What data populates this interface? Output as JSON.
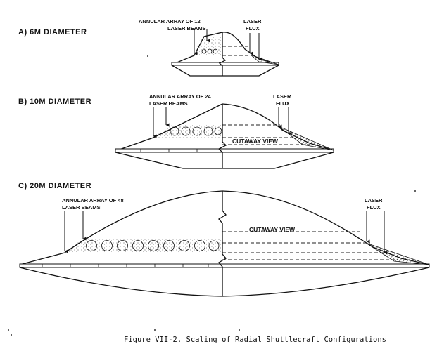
{
  "panels": [
    {
      "title": "A)  6M DIAMETER",
      "array_label_line1": "ANNULAR ARRAY OF 12",
      "array_label_line2": "LASER BEAMS",
      "flux_label_line1": "LASER",
      "flux_label_line2": "FLUX",
      "cutaway_label": ""
    },
    {
      "title": "B)  10M DIAMETER",
      "array_label_line1": "ANNULAR ARRAY OF 24",
      "array_label_line2": "LASER BEAMS",
      "flux_label_line1": "LASER",
      "flux_label_line2": "FLUX",
      "cutaway_label": "CUTAWAY VIEW"
    },
    {
      "title": "C)  20M DIAMETER",
      "array_label_line1": "ANNULAR ARRAY OF 48",
      "array_label_line2": "LASER BEAMS",
      "flux_label_line1": "LASER",
      "flux_label_line2": "FLUX",
      "cutaway_label": "CUTAWAY VIEW"
    }
  ],
  "caption": "Figure VII-2.  Scaling of Radial Shuttlecraft Configurations"
}
